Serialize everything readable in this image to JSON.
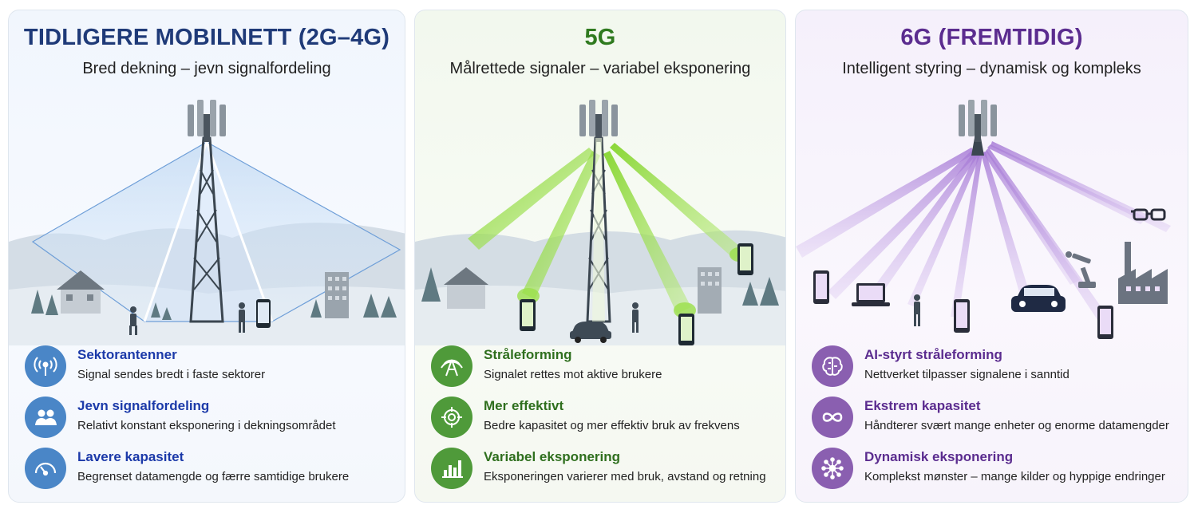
{
  "panels": [
    {
      "title": "TIDLIGERE MOBILNETT (2G–4G)",
      "subtitle": "Bred dekning – jevn signalfordeling",
      "accent": "#1f3a78",
      "features": [
        {
          "icon": "broadcast-antenna-icon",
          "heading": "Sektorantenner",
          "text": "Signal sendes bredt i faste sektorer"
        },
        {
          "icon": "users-icon",
          "heading": "Jevn signalfordeling",
          "text": "Relativt konstant eksponering i dekningsområdet"
        },
        {
          "icon": "gauge-icon",
          "heading": "Lavere kapasitet",
          "text": "Begrenset datamengde og færre samtidige brukere"
        }
      ]
    },
    {
      "title": "5G",
      "subtitle": "Målrettede signaler – variabel eksponering",
      "accent": "#2f7a1f",
      "features": [
        {
          "icon": "beam-antenna-icon",
          "heading": "Stråleforming",
          "text": "Signalet rettes mot aktive brukere"
        },
        {
          "icon": "target-icon",
          "heading": "Mer effektivt",
          "text": "Bedre kapasitet og mer effektiv bruk av frekvens"
        },
        {
          "icon": "bar-chart-icon",
          "heading": "Variabel eksponering",
          "text": "Eksponeringen varierer med bruk, avstand og retning"
        }
      ]
    },
    {
      "title": "6G (FREMTIDIG)",
      "subtitle": "Intelligent styring – dynamisk og kompleks",
      "accent": "#5b2c8f",
      "features": [
        {
          "icon": "brain-icon",
          "heading": "AI-styrt stråleforming",
          "text": "Nettverket tilpasser signalene i sanntid"
        },
        {
          "icon": "infinity-icon",
          "heading": "Ekstrem kapasitet",
          "text": "Håndterer svært mange enheter og enorme datamengder"
        },
        {
          "icon": "network-hub-icon",
          "heading": "Dynamisk eksponering",
          "text": "Komplekst mønster – mange kilder og hyppige endringer"
        }
      ]
    }
  ],
  "colors": {
    "blue_accent": "#1f3a78",
    "blue_heading": "#1c3aa9",
    "blue_icon_bg": "#4a86c7",
    "green_accent": "#2f7a1f",
    "green_heading": "#2f6f1e",
    "green_icon_bg": "#4f9a3a",
    "green_beam": "#7ed321",
    "purple_accent": "#5b2c8f",
    "purple_heading": "#5b2c8f",
    "purple_icon_bg": "#8a5fb0",
    "purple_beam": "#b48be0"
  }
}
